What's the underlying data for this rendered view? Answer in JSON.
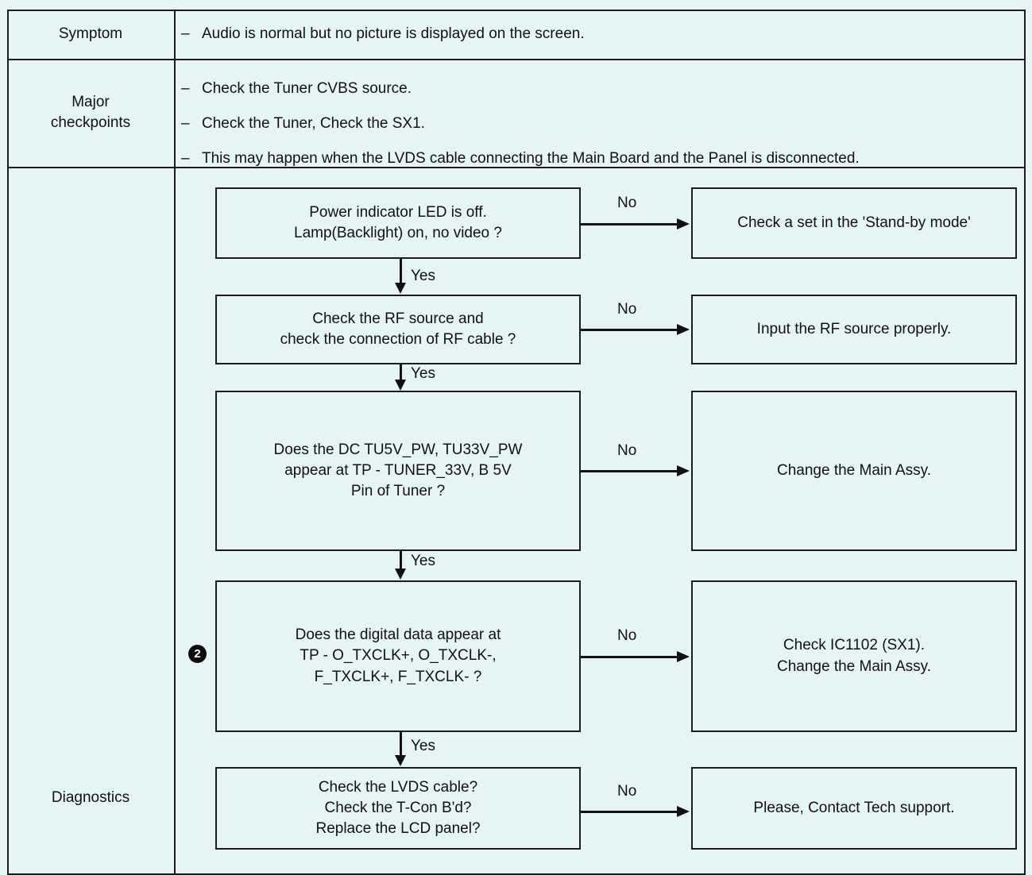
{
  "table": {
    "rows": [
      {
        "label": "Symptom"
      },
      {
        "label": "Major\ncheckpoints"
      },
      {
        "label": "Diagnostics"
      }
    ],
    "symptom_label": "Symptom",
    "major_label_line1": "Major",
    "major_label_line2": "checkpoints",
    "diagnostics_label": "Diagnostics",
    "bullet_dash": "–"
  },
  "symptom": {
    "bullets": [
      "Audio is normal but no picture is displayed on the screen."
    ]
  },
  "major_checkpoints": {
    "bullets": [
      "Check the Tuner CVBS source.",
      "Check the Tuner, Check the SX1.",
      "This may happen when the LVDS cable connecting the Main Board and the Panel is disconnected."
    ]
  },
  "flowchart": {
    "step_marker": "2",
    "yes_label": "Yes",
    "no_label": "No",
    "questions": [
      {
        "id": "q1",
        "line1": "Power indicator LED is off.",
        "line2": "Lamp(Backlight) on, no video ?",
        "line3": ""
      },
      {
        "id": "q2",
        "line1": "Check the RF source and",
        "line2": "check the connection of RF cable ?",
        "line3": ""
      },
      {
        "id": "q3",
        "line1": "Does the DC TU5V_PW, TU33V_PW",
        "line2": "appear at TP - TUNER_33V, B 5V",
        "line3": "Pin of Tuner ?"
      },
      {
        "id": "q4",
        "line1": "Does the digital data appear at",
        "line2": "TP - O_TXCLK+, O_TXCLK-,",
        "line3": "F_TXCLK+, F_TXCLK- ?"
      },
      {
        "id": "q5",
        "line1": "Check the LVDS cable?",
        "line2": "Check the T-Con B'd?",
        "line3": "Replace the LCD panel?"
      }
    ],
    "results": [
      {
        "id": "r1",
        "line1": "Check a set in the 'Stand-by mode'",
        "line2": ""
      },
      {
        "id": "r2",
        "line1": "Input the RF source properly.",
        "line2": ""
      },
      {
        "id": "r3",
        "line1": "Change the Main Assy.",
        "line2": ""
      },
      {
        "id": "r4",
        "line1": "Check IC1102 (SX1).",
        "line2": "Change the Main Assy."
      },
      {
        "id": "r5",
        "line1": "Please, Contact Tech support.",
        "line2": ""
      }
    ],
    "no_labels": [
      "No",
      "No",
      "No",
      "No",
      "No"
    ],
    "yes_labels": [
      "Yes",
      "Yes",
      "Yes",
      "Yes"
    ]
  },
  "colors": {
    "background": "#e7f4f4",
    "border": "#1b1b1b",
    "text": "#111111",
    "marker_fill": "#0d0d0d"
  }
}
